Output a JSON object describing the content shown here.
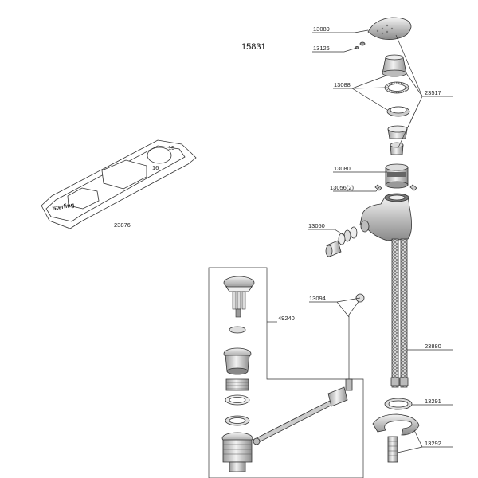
{
  "diagram": {
    "title": "15831",
    "template_number": "23876",
    "template_brand": "Sterling",
    "template_marks": [
      "15",
      "16"
    ],
    "labels": {
      "l13089": "13089",
      "l13126": "13126",
      "l13088": "13088",
      "l23517": "23517",
      "l13080": "13080",
      "l13056": "13056(2)",
      "l13050": "13050",
      "l13094": "13094",
      "l49240": "49240",
      "l23880": "23880",
      "l13291": "13291",
      "l13292": "13292"
    }
  }
}
